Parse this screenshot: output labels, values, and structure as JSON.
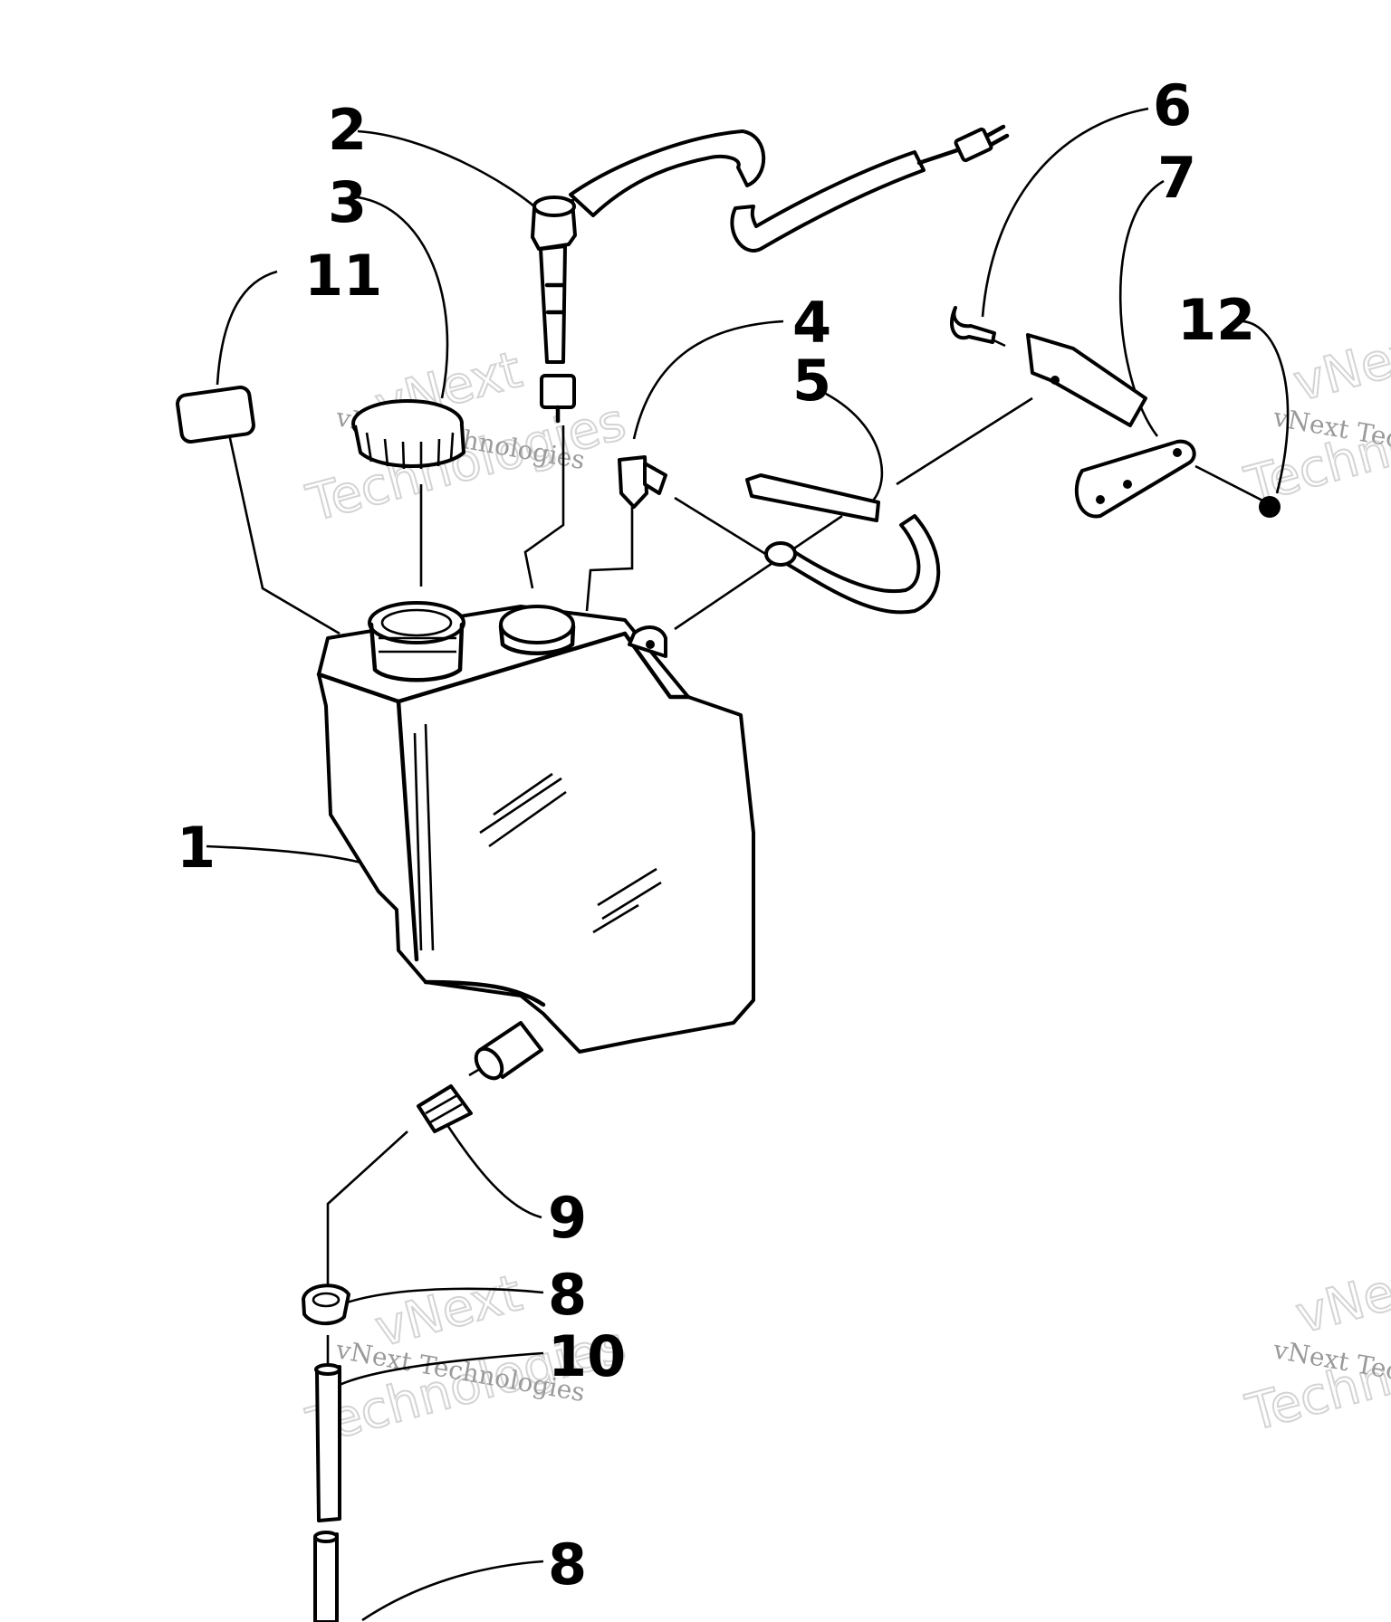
{
  "callouts": [
    "1",
    "2",
    "3",
    "4",
    "5",
    "6",
    "7",
    "8",
    "9",
    "10",
    "11",
    "12",
    "8"
  ],
  "watermark": {
    "large": [
      "vNext",
      "Technologies"
    ],
    "small": "vNext Technologies"
  }
}
